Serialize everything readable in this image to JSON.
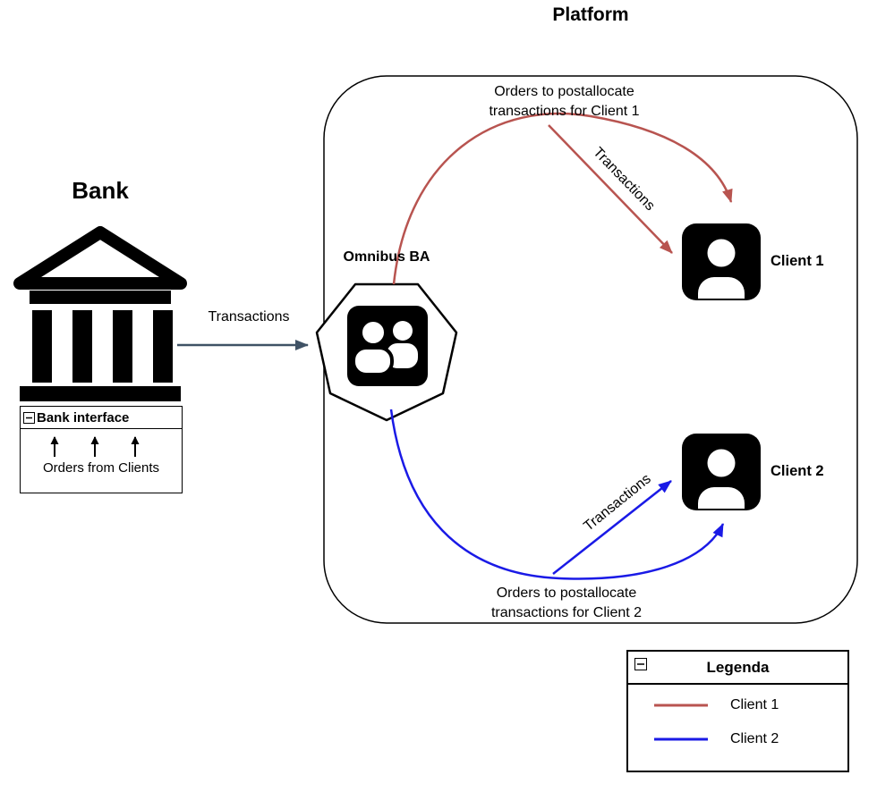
{
  "titles": {
    "platform": "Platform",
    "bank": "Bank"
  },
  "bank_interface": {
    "title": "Bank interface",
    "caption": "Orders from Clients"
  },
  "nodes": {
    "omnibus": {
      "label": "Omnibus BA"
    },
    "client1": {
      "label": "Client 1"
    },
    "client2": {
      "label": "Client 2"
    }
  },
  "edges": {
    "bank_transactions": {
      "label": "Transactions"
    },
    "orders_client1": {
      "line1": "Orders to postallocate",
      "line2": "transactions for Client 1"
    },
    "transactions_client1": {
      "label": "Transactions"
    },
    "orders_client2": {
      "line1": "Orders to postallocate",
      "line2": "transactions for Client 2"
    },
    "transactions_client2": {
      "label": "Transactions"
    }
  },
  "legend": {
    "title": "Legenda",
    "items": [
      {
        "label": "Client 1",
        "color": "#B85450"
      },
      {
        "label": "Client 2",
        "color": "#1A1AE6"
      }
    ]
  },
  "colors": {
    "client1_edge": "#B85450",
    "client2_edge": "#1A1AE6",
    "bank_edge": "#3F5265",
    "node_fill": "#000000"
  }
}
